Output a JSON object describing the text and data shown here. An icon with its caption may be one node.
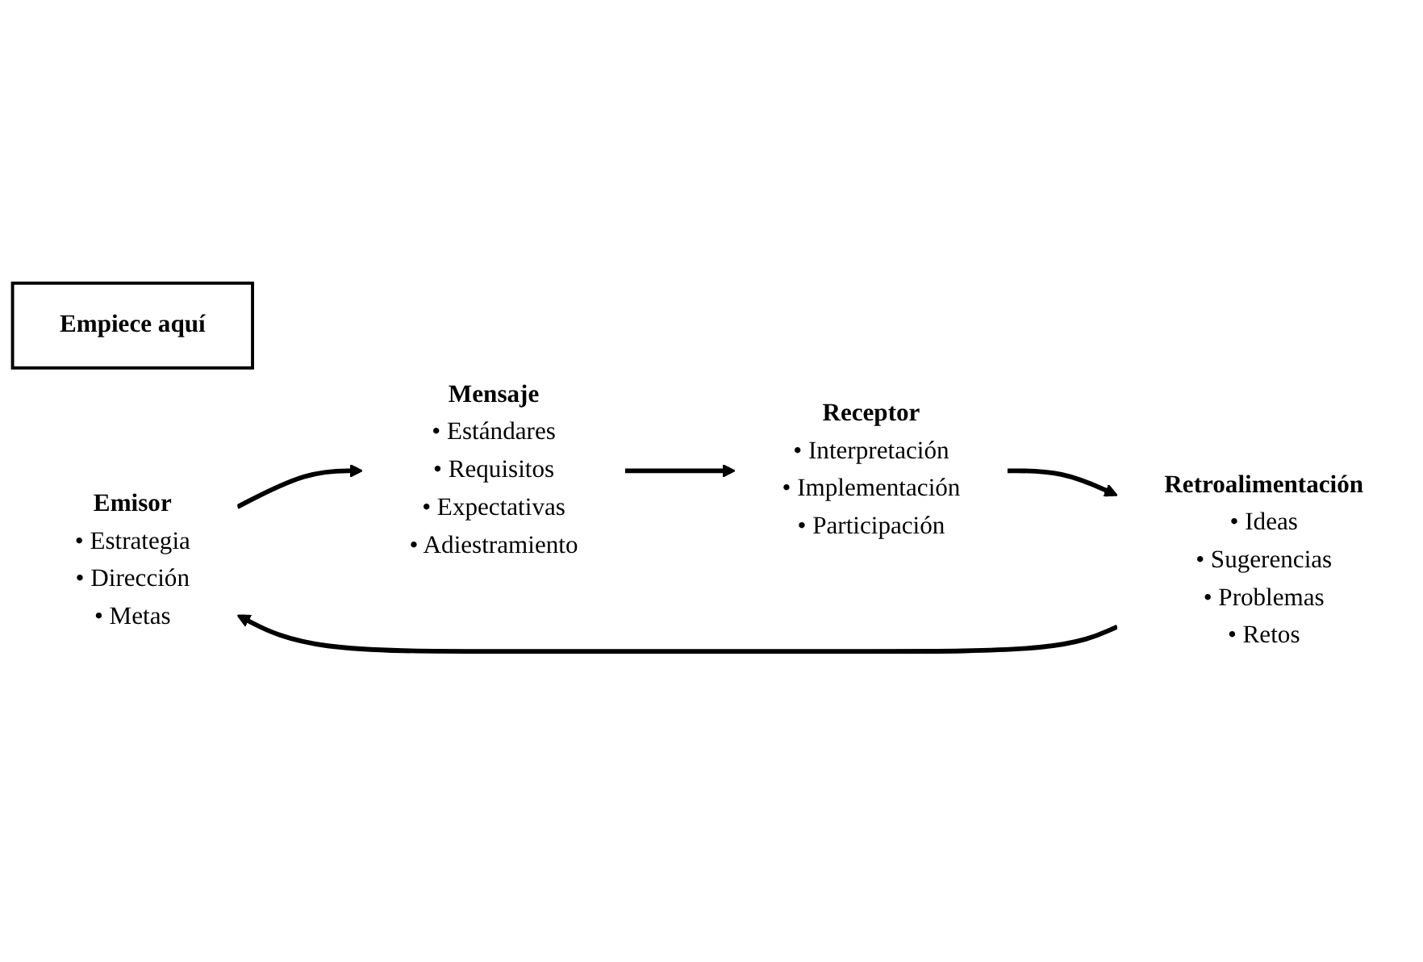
{
  "diagram": {
    "nodes": [
      {
        "text": [
          "Empiece aquí"
        ]
      },
      {
        "text": [
          "Emisor",
          "• Estrategia",
          "• Dirección",
          "• Metas"
        ]
      },
      {
        "text": [
          "Mensaje",
          "• Estándares",
          "• Requisitos",
          "• Expectativas",
          "• Adiestramiento"
        ]
      },
      {
        "text": [
          "Receptor",
          "• Interpretación",
          "• Implementación",
          "• Participación"
        ]
      },
      {
        "text": [
          "Retroalimentación",
          "• Ideas",
          "• Sugerencias",
          "• Problemas",
          "• Retos"
        ]
      }
    ],
    "edges": [
      {
        "from": 4,
        "to": 1,
        "arrow": "to"
      },
      {
        "from": 1,
        "to": 2,
        "arrow": "to"
      },
      {
        "from": 2,
        "to": 3,
        "arrow": "to"
      },
      {
        "from": 3,
        "to": 4,
        "arrow": "to"
      }
    ]
  }
}
